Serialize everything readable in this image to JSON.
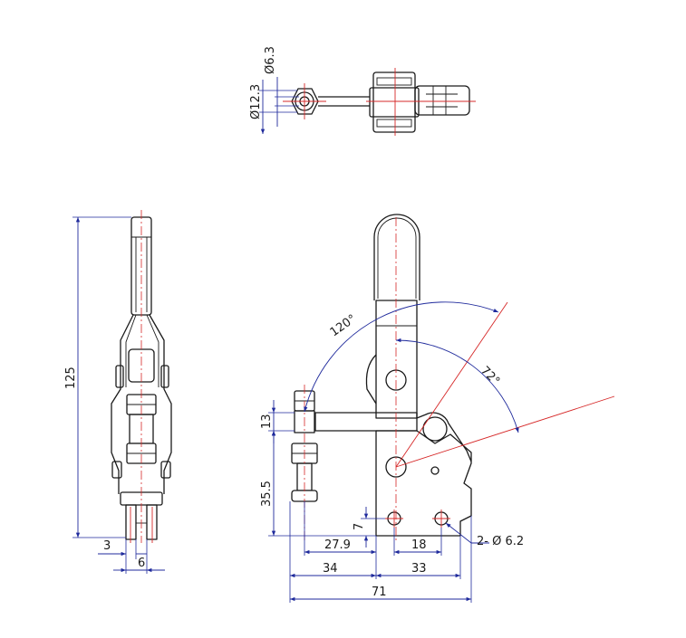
{
  "drawing": {
    "colors": {
      "outline": "#1a1a1a",
      "dimension": "#1f2a9c",
      "centerline": "#d62828"
    },
    "top_view": {
      "dia_large": "12.3",
      "dia_small": "6.3",
      "dia_symbol": "Ø"
    },
    "side_view": {
      "height": "125",
      "offset": "3",
      "width": "6"
    },
    "front_view": {
      "angle_open": "120°",
      "angle_arm": "72°",
      "dim_13": "13",
      "dim_35_5": "35.5",
      "dim_7": "7",
      "dim_27_9": "27.9",
      "dim_18": "18",
      "dim_34": "34",
      "dim_33": "33",
      "dim_71": "71",
      "hole_callout": "2- Ø 6.2"
    }
  }
}
